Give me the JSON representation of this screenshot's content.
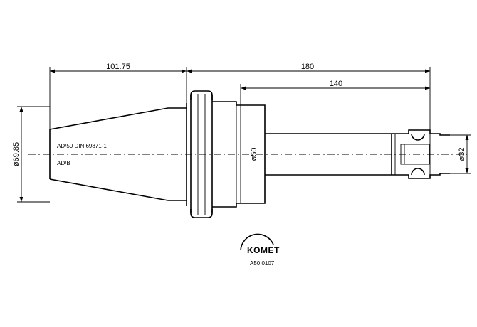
{
  "dimensions": {
    "top_left": "101.75",
    "top_right": "180",
    "second": "140",
    "left_diameter": "ø69.85",
    "center_diameter": "ø50",
    "right_diameter": "ø32"
  },
  "notes": {
    "standard": "AD/50 DIN 69871-1",
    "form": "AD/B"
  },
  "logo": {
    "name": "KOMET",
    "part_number": "A50 0107"
  }
}
